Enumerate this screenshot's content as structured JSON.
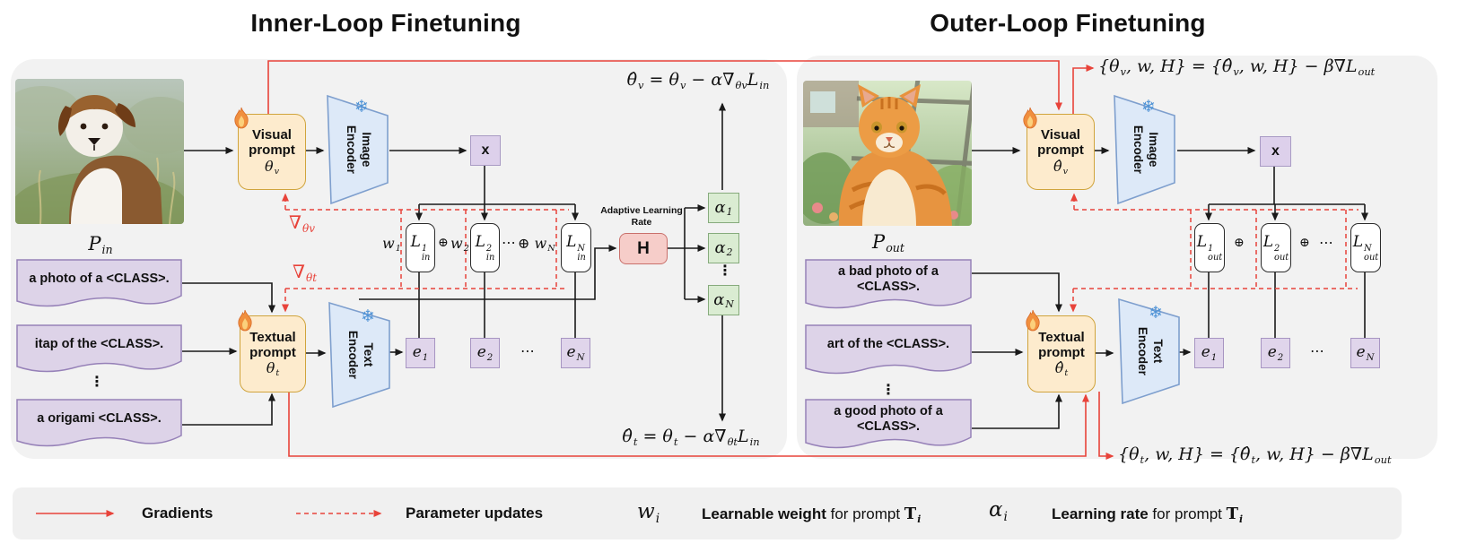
{
  "titles": {
    "inner": "Inner-Loop Finetuning",
    "outer": "Outer-Loop Finetuning"
  },
  "colors": {
    "red": "#e8433a",
    "panel": "#f2f2f2",
    "prompt_box": "#fdebcd",
    "encoder": "#dde9f8",
    "alpha": "#daecd2",
    "h_box": "#f6cdc9",
    "embed": "#e0d5eb"
  },
  "icons": {
    "snowflake": "❄",
    "flame": "flame",
    "x_op": "x"
  },
  "inner": {
    "prompt_set": [
      {
        "t": "P"
      },
      {
        "sub": "in"
      }
    ],
    "prompts": [
      "a photo of a  <CLASS>.",
      "itap of the <CLASS>.",
      "a origami  <CLASS>."
    ],
    "prompts_dots": "⋮",
    "visual_prompt": {
      "l1": "Visual",
      "l2": "prompt",
      "param": [
        {
          "t": "θ"
        },
        {
          "sub": "v"
        }
      ]
    },
    "textual_prompt": {
      "l1": "Textual",
      "l2": "prompt",
      "param": [
        {
          "t": "θ"
        },
        {
          "sub": "t"
        }
      ]
    },
    "image_encoder": {
      "l1": "Image",
      "l2": "Encoder"
    },
    "text_encoder": {
      "l1": "Text",
      "l2": "Encoder"
    },
    "snowflake": "❄",
    "x_label": "x",
    "loss_row": {
      "w1": [
        {
          "t": "w"
        },
        {
          "sub": "1"
        }
      ],
      "l1": [
        {
          "t": "L"
        },
        {
          "sup": "1",
          "sub": "in"
        }
      ],
      "op1": "⊕",
      "w2": [
        {
          "t": "w"
        },
        {
          "sub": "2"
        }
      ],
      "l2": [
        {
          "t": "L"
        },
        {
          "sup": "2",
          "sub": "in"
        }
      ],
      "dots": "⋯",
      "wN": [
        {
          "t": "⊕ w"
        },
        {
          "sub": "N"
        }
      ],
      "lN": [
        {
          "t": "L"
        },
        {
          "sup": "N",
          "sub": "in"
        }
      ]
    },
    "alr": {
      "l1": "Adaptive Learning",
      "l2": "Rate",
      "h": "H"
    },
    "alphas": {
      "a1": [
        {
          "t": "α"
        },
        {
          "sub": "1"
        }
      ],
      "a2": [
        {
          "t": "α"
        },
        {
          "sub": "2"
        }
      ],
      "dots": "⋮",
      "aN": [
        {
          "t": "α"
        },
        {
          "sub": "N"
        }
      ]
    },
    "embeds": {
      "e1": [
        {
          "t": "e"
        },
        {
          "sub": "1"
        }
      ],
      "e2": [
        {
          "t": "e"
        },
        {
          "sub": "2"
        }
      ],
      "dots": "⋯",
      "eN": [
        {
          "t": "e"
        },
        {
          "sub": "N"
        }
      ]
    },
    "grad_v": [
      {
        "t": "∇"
      },
      {
        "sub": "θv"
      }
    ],
    "grad_t": [
      {
        "t": "∇"
      },
      {
        "sub": "θt"
      }
    ],
    "eq_top": [
      {
        "t": "θ̂"
      },
      {
        "sub": "v"
      },
      {
        "t": " = θ"
      },
      {
        "sub": "v"
      },
      {
        "t": " − α∇"
      },
      {
        "sub": "θv"
      },
      {
        "t": "L"
      },
      {
        "sub": "in"
      }
    ],
    "eq_bottom": [
      {
        "t": "θ̂"
      },
      {
        "sub": "t"
      },
      {
        "t": " = θ"
      },
      {
        "sub": "t"
      },
      {
        "t": " − α∇"
      },
      {
        "sub": "θt"
      },
      {
        "t": "L"
      },
      {
        "sub": "in"
      }
    ]
  },
  "outer": {
    "prompt_set": [
      {
        "t": "P"
      },
      {
        "sub": "out"
      }
    ],
    "prompts": [
      "a bad photo of a <CLASS>.",
      "art of the <CLASS>.",
      "a good photo of a <CLASS>."
    ],
    "prompts_dots": "⋮",
    "visual_prompt": {
      "l1": "Visual",
      "l2": "prompt",
      "param": [
        {
          "t": "θ̂"
        },
        {
          "sub": "v"
        }
      ]
    },
    "textual_prompt": {
      "l1": "Textual",
      "l2": "prompt",
      "param": [
        {
          "t": "θ̂"
        },
        {
          "sub": "t"
        }
      ]
    },
    "image_encoder": {
      "l1": "Image",
      "l2": "Encoder"
    },
    "text_encoder": {
      "l1": "Text",
      "l2": "Encoder"
    },
    "snowflake": "❄",
    "x_label": "x",
    "loss_row": {
      "l1": [
        {
          "t": "L"
        },
        {
          "sup": "1",
          "sub": "out"
        }
      ],
      "op1": "⊕",
      "l2": [
        {
          "t": "L"
        },
        {
          "sup": "2",
          "sub": "out"
        }
      ],
      "op2": "⊕",
      "dots": "⋯",
      "lN": [
        {
          "t": "L"
        },
        {
          "sup": "N",
          "sub": "out"
        }
      ]
    },
    "embeds": {
      "e1": [
        {
          "t": "e"
        },
        {
          "sub": "1"
        }
      ],
      "e2": [
        {
          "t": "e"
        },
        {
          "sub": "2"
        }
      ],
      "dots": "⋯",
      "eN": [
        {
          "t": "e"
        },
        {
          "sub": "N"
        }
      ]
    },
    "eq_top": [
      {
        "t": "{θ"
      },
      {
        "sub": "v"
      },
      {
        "t": ", w, H} = {θ̂"
      },
      {
        "sub": "v"
      },
      {
        "t": ", w, H} − β∇L"
      },
      {
        "sub": "out"
      }
    ],
    "eq_bottom": [
      {
        "t": "{θ"
      },
      {
        "sub": "t"
      },
      {
        "t": ", w, H} = {θ̂"
      },
      {
        "sub": "t"
      },
      {
        "t": ", w, H} − β∇L"
      },
      {
        "sub": "out"
      }
    ]
  },
  "legend": {
    "gradients_label": "Gradients",
    "updates_label": "Parameter updates",
    "w_sym": [
      {
        "t": "w"
      },
      {
        "sub": "i"
      }
    ],
    "w_bold": "Learnable weight",
    "w_mid": " for prompt ",
    "w_T": [
      {
        "t": "T"
      },
      {
        "sub": "i"
      }
    ],
    "a_sym": [
      {
        "t": "α"
      },
      {
        "sub": "i"
      }
    ],
    "a_bold": "Learning rate",
    "a_mid": " for prompt ",
    "a_T": [
      {
        "t": "T"
      },
      {
        "sub": "i"
      }
    ]
  }
}
